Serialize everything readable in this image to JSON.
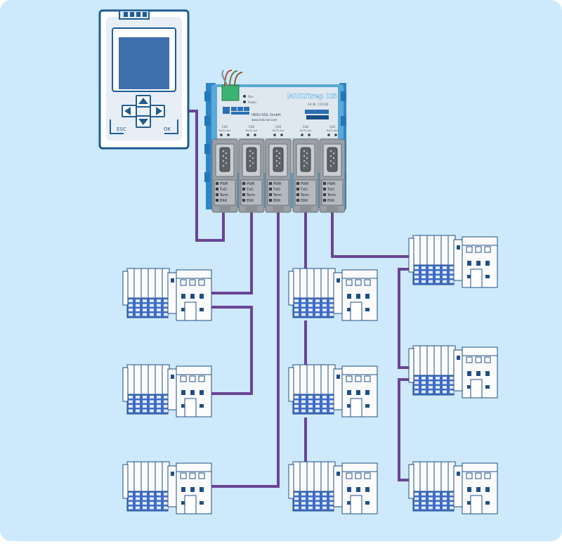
{
  "colors": {
    "background": "#cde9fb",
    "cable": "#6a4594",
    "panel_blue": "#1e5d94",
    "screen": "#3f6faa",
    "repeater_body": "#5aa9d8",
    "device_white": "#fbfbfc",
    "terminal_blue": "#3d6cc8"
  },
  "display_panel": {
    "esc_label": "ESC",
    "ok_label": "OK"
  },
  "repeater": {
    "title": "MULTIrep X5",
    "brand": "INDU-SOL GmbH",
    "address": "www.indu-sol.com",
    "serial_no": "Art-Nr. 112100",
    "status_labels": [
      "Run",
      "Power"
    ],
    "channels": [
      {
        "name": "CH1",
        "leds": "Rx/Tx  Act"
      },
      {
        "name": "CH2",
        "leds": "Rx/Tx  Act"
      },
      {
        "name": "CH3",
        "leds": "Rx/Tx  Act"
      },
      {
        "name": "CH4",
        "leds": "Rx/Tx  Act"
      },
      {
        "name": "CH5",
        "leds": "Rx/Tx  Act"
      }
    ],
    "connector_labels": [
      "PWR",
      "TxD",
      "Term",
      "ERR"
    ]
  }
}
